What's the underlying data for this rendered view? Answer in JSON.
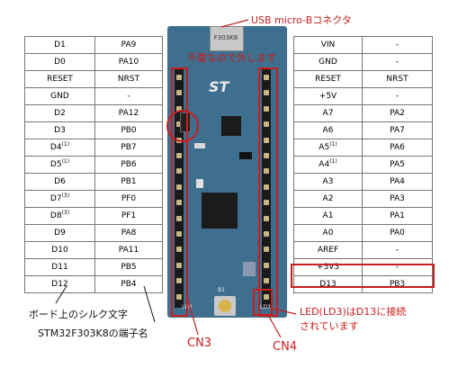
{
  "left_table": {
    "rows": [
      {
        "silk": "D1",
        "silk_sup": "",
        "pin": "PA9"
      },
      {
        "silk": "D0",
        "silk_sup": "",
        "pin": "PA10"
      },
      {
        "silk": "RESET",
        "silk_sup": "",
        "pin": "NRST"
      },
      {
        "silk": "GND",
        "silk_sup": "",
        "pin": "-"
      },
      {
        "silk": "D2",
        "silk_sup": "",
        "pin": "PA12"
      },
      {
        "silk": "D3",
        "silk_sup": "",
        "pin": "PB0"
      },
      {
        "silk": "D4",
        "silk_sup": "(1)",
        "pin": "PB7"
      },
      {
        "silk": "D5",
        "silk_sup": "(1)",
        "pin": "PB6"
      },
      {
        "silk": "D6",
        "silk_sup": "",
        "pin": "PB1"
      },
      {
        "silk": "D7",
        "silk_sup": "(3)",
        "pin": "PF0"
      },
      {
        "silk": "D8",
        "silk_sup": "(3)",
        "pin": "PF1"
      },
      {
        "silk": "D9",
        "silk_sup": "",
        "pin": "PA8"
      },
      {
        "silk": "D10",
        "silk_sup": "",
        "pin": "PA11"
      },
      {
        "silk": "D11",
        "silk_sup": "",
        "pin": "PB5"
      },
      {
        "silk": "D12",
        "silk_sup": "",
        "pin": "PB4"
      }
    ]
  },
  "right_table": {
    "rows": [
      {
        "silk": "VIN",
        "silk_sup": "",
        "pin": "-"
      },
      {
        "silk": "GND",
        "silk_sup": "",
        "pin": "-"
      },
      {
        "silk": "RESET",
        "silk_sup": "",
        "pin": "NRST"
      },
      {
        "silk": "+5V",
        "silk_sup": "",
        "pin": "-"
      },
      {
        "silk": "A7",
        "silk_sup": "",
        "pin": "PA2"
      },
      {
        "silk": "A6",
        "silk_sup": "",
        "pin": "PA7"
      },
      {
        "silk": "A5",
        "silk_sup": "(1)",
        "pin": "PA6"
      },
      {
        "silk": "A4",
        "silk_sup": "(1)",
        "pin": "PA5"
      },
      {
        "silk": "A3",
        "silk_sup": "",
        "pin": "PA4"
      },
      {
        "silk": "A2",
        "silk_sup": "",
        "pin": "PA3"
      },
      {
        "silk": "A1",
        "silk_sup": "",
        "pin": "PA1"
      },
      {
        "silk": "A0",
        "silk_sup": "",
        "pin": "PA0"
      },
      {
        "silk": "AREF",
        "silk_sup": "",
        "pin": "-"
      },
      {
        "silk": "+3V3",
        "silk_sup": "",
        "pin": "-"
      },
      {
        "silk": "D13",
        "silk_sup": "",
        "pin": "PB3"
      }
    ]
  },
  "annotations": {
    "usb_connector": "USB micro-Bコネクタ",
    "unnecessary": "不要なので外します",
    "silk_label": "ボード上のシルク文字",
    "pin_name_label": "STM32F303K8の端子名",
    "cn3": "CN3",
    "cn4": "CN4",
    "led_note_line1": "LED(LD3)はD13に接続",
    "led_note_line2": "されています"
  },
  "board_text": {
    "usb_chip_mark": "F303K8",
    "st_logo": "ST",
    "b1": "B1",
    "ld2": "LD2",
    "ld3": "LD3"
  },
  "colors": {
    "annotation_red": "#c81e1e",
    "board_blue": "#3f6f8f",
    "header_black": "#1a1a1a"
  }
}
